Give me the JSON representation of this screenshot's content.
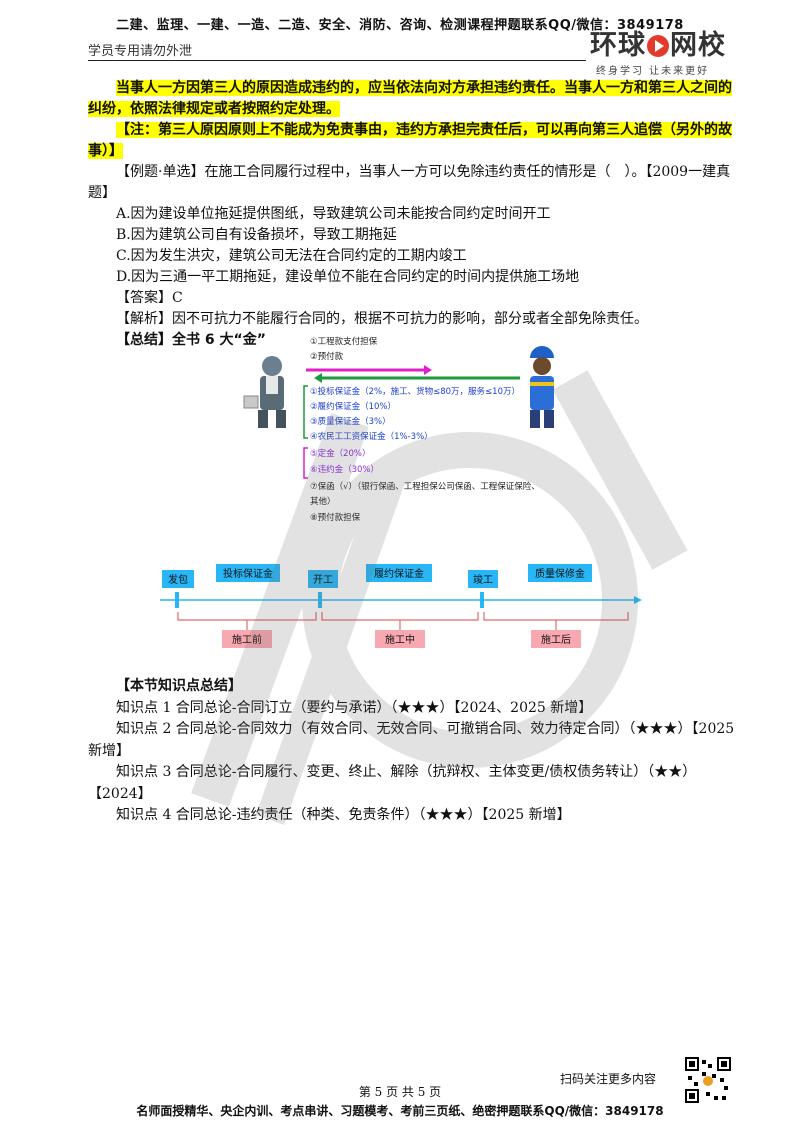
{
  "header": {
    "top_line": "二建、监理、一建、一造、二造、安全、消防、咨询、检测课程押题联系QQ/微信：3849178",
    "note": "学员专用请勿外泄",
    "logo_main_1": "环球",
    "logo_main_2": "网校",
    "logo_sub": "终身学习 让未来更好"
  },
  "content": {
    "highlight1": "当事人一方因第三人的原因造成违约的，应当依法向对方承担违约责任。当事人一方和第三人之间的纠纷，依照法律规定或者按照约定处理。",
    "highlight2": "【注：第三人原因原则上不能成为免责事由，违约方承担完责任后，可以再向第三人追偿（另外的故事）】",
    "example": "【例题·单选】在施工合同履行过程中，当事人一方可以免除违约责任的情形是（　）。【2009一建真题】",
    "options": [
      "A.因为建设单位拖延提供图纸，导致建筑公司未能按合同约定时间开工",
      "B.因为建筑公司自有设备损坏，导致工期拖延",
      "C.因为发生洪灾，建筑公司无法在合同约定的工期内竣工",
      "D.因为三通一平工期拖延，建设单位不能在合同约定的时间内提供施工场地"
    ],
    "answer": "【答案】C",
    "analysis": "【解析】因不可抗力不能履行合同的，根据不可抗力的影响，部分或者全部免除责任。",
    "summary_title": "【总结】全书 6 大“金”"
  },
  "diagram1": {
    "items": [
      "①工程款支付担保",
      "②预付款",
      "①投标保证金（2%，施工、货物≤80万，服务≤10万）",
      "②履约保证金（10%）",
      "③质量保证金（3%）",
      "④农民工工资保证金（1%-3%）",
      "⑤定金（20%）",
      "⑥违约金（30%）",
      "⑦保函（√）（银行保函、工程担保公司保函、工程保证保险、",
      "其他）",
      "⑧预付款担保"
    ],
    "colors": {
      "magenta": "#e020c8",
      "green": "#1a9a3a",
      "blue": "#1c3fd0",
      "purple": "#8a2be2"
    }
  },
  "diagram2": {
    "stages": [
      "发包",
      "开工",
      "竣工"
    ],
    "deposits": [
      "投标保证金",
      "履约保证金",
      "质量保修金"
    ],
    "phases": [
      "施工前",
      "施工中",
      "施工后"
    ],
    "colors": {
      "box": "#29b6f6",
      "phase": "#f8a8b0",
      "bracket": "#e36a6a",
      "line": "#29b6f6"
    }
  },
  "summary": {
    "title": "【本节知识点总结】",
    "items": [
      "知识点 1 合同总论-合同订立（要约与承诺）（★★★）【2024、2025 新增】",
      "知识点 2 合同总论-合同效力（有效合同、无效合同、可撤销合同、效力待定合同）（★★★）【2025 新增】",
      "知识点 3 合同总论-合同履行、变更、终止、解除（抗辩权、主体变更/债权债务转让）（★★）【2024】",
      "知识点 4 合同总论-违约责任（种类、免责条件）（★★★）【2025 新增】"
    ]
  },
  "footer": {
    "page": "第 5 页 共 5 页",
    "scan": "扫码关注更多内容",
    "bottom_line": "名师面授精华、央企内训、考点串讲、习题模考、考前三页纸、绝密押题联系QQ/微信：3849178"
  }
}
